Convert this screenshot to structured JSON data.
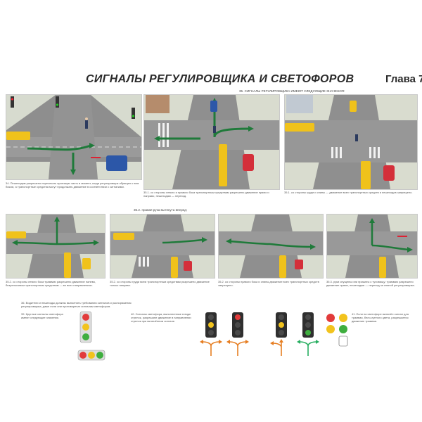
{
  "title": "СИГНАЛЫ РЕГУЛИРОВЩИКА  И СВЕТОФОРОВ",
  "chapter": "Глава 7",
  "subheads": {
    "top": "35. СИГНАЛЫ РЕГУЛИРОВЩИКА ИМЕЮТ СЛЕДУЮЩИЕ ЗНАЧЕНИЯ:",
    "middle": "35.2. правая рука вытянута вперед:"
  },
  "captions": {
    "c1": "34. Пешеходам разрешено пересекать проезжую часть в момент, когда регулировщик обращен к ним боком, а транспортные средства могут продолжать движение в соответствии с сигналами.",
    "c2": "35.1. со стороны левого и правого бока транспортным средствам разрешено движение прямо и направо, пешеходам — переход.",
    "c3": "35.1. со стороны груди и спины — движение всех транспортных средств и пешеходов запрещено.",
    "c4": "35.2. со стороны левого бока трамваю разрешено движение налево, безрельсовым транспортным средствам — во всех направлениях.",
    "c5": "35.2. со стороны груди всем транспортным средствам разрешено движение только направо.",
    "c6": "35.2. со стороны правого бока и спины движение всех транспортных средств запрещено.",
    "c7": "35.3. руки опущены или прижаты к туловищу: трамваю разрешено движение прямо, пешеходам — переход за спиной регулировщика.",
    "c8": "36. Водители и пешеходы должны выполнять требования сигналов и распоряжения регулировщика, даже если они противоречат сигналам светофоров.",
    "c9": "39. Круглые сигналы светофора имеют следующие значения.",
    "c10": "40. Сигналы светофора, выполненные в виде стрелок, разрешают движение в направлении стрелок при включённом сигнале.",
    "c11": "41. Если на светофоре включён сигнал для трамвая, бело-лунного цвета, разрешается движение трамвая."
  }
}
